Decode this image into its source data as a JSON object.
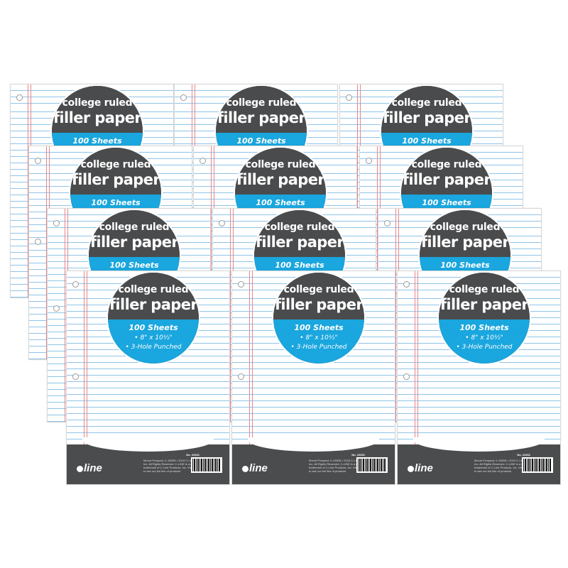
{
  "product": {
    "title_line1": "college ruled",
    "title_line2": "filler paper",
    "sheet_count": "100 Sheets",
    "size": "• 8\" x 10½\"",
    "holes": "• 3-Hole Punched",
    "brand": "line",
    "item_number": "No. 22031",
    "fine_print": "Mount Prospect, IL 60056 • 2019 C-Line Products, Inc. All Rights Reserved. C-LINE is a registered trademark of C-Line Products, Inc. Visit C-Line.com to see our full line of products"
  },
  "colors": {
    "badge_dark": "#4a4b4d",
    "badge_accent": "#1aa6de",
    "footer": "#4b4c4e",
    "rule_blue": "#8fc4e8",
    "margin_red": "#e8868a"
  },
  "pack_count": 12,
  "grid": {
    "rows": 4,
    "columns": 3
  }
}
